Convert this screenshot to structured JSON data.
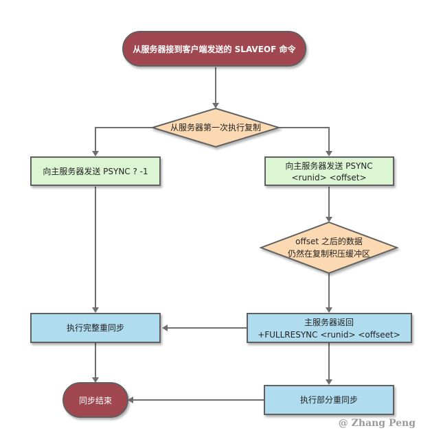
{
  "diagram": {
    "type": "flowchart",
    "nodes": {
      "start": {
        "text": "从服务器接到客户端发送的 SLAVEOF 命令",
        "shape": "terminator"
      },
      "decision_first": {
        "text": "从服务器第一次执行复制",
        "shape": "decision"
      },
      "send_psync_full": {
        "text": "向主服务器发送 PSYNC ? -1",
        "shape": "process"
      },
      "send_psync_partial": {
        "line1": "向主服务器发送 PSYNC",
        "line2": "<runid> <offset>",
        "shape": "process"
      },
      "decision_offset": {
        "line1": "offset 之后的数据",
        "line2": "仍然在复制积压缓冲区",
        "shape": "decision"
      },
      "full_resync": {
        "text": "执行完整重同步",
        "shape": "process"
      },
      "master_fullresync": {
        "line1": "主服务器返回",
        "line2": "+FULLRESYNC <runid> <offseet>",
        "shape": "process"
      },
      "end": {
        "text": "同步结束",
        "shape": "terminator"
      },
      "partial_resync": {
        "text": "执行部分重同步",
        "shape": "process"
      }
    },
    "edges": [
      {
        "from": "start",
        "to": "decision_first"
      },
      {
        "from": "decision_first",
        "to": "send_psync_full"
      },
      {
        "from": "decision_first",
        "to": "send_psync_partial"
      },
      {
        "from": "send_psync_full",
        "to": "full_resync"
      },
      {
        "from": "send_psync_partial",
        "to": "decision_offset"
      },
      {
        "from": "decision_offset",
        "to": "master_fullresync"
      },
      {
        "from": "master_fullresync",
        "to": "full_resync"
      },
      {
        "from": "master_fullresync",
        "to": "partial_resync"
      },
      {
        "from": "full_resync",
        "to": "end"
      },
      {
        "from": "partial_resync",
        "to": "end"
      }
    ],
    "colors": {
      "terminator": "#a0474f",
      "decision": "#fbd9b2",
      "process_green": "#dcf5d3",
      "process_blue": "#b0dcf0",
      "stroke": "#5f5f5f",
      "edge": "#6e6e6e"
    }
  },
  "watermark": "@ Zhang Peng"
}
